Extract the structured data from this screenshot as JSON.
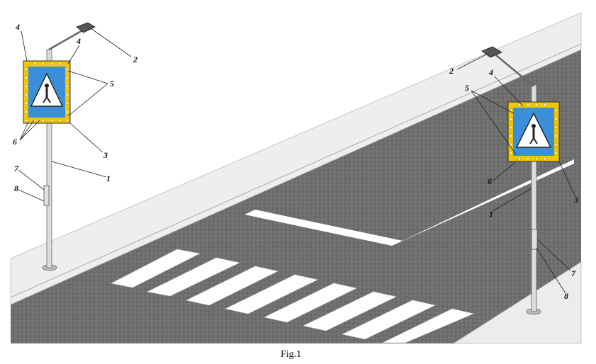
{
  "figure": {
    "caption": "Fig.1",
    "labels": {
      "left_sign": [
        "1",
        "2",
        "3",
        "4",
        "4",
        "5",
        "6",
        "7",
        "8"
      ],
      "right_sign": [
        "1",
        "2",
        "3",
        "4",
        "5",
        "6",
        "7",
        "8"
      ]
    },
    "colors": {
      "asphalt": "#6e6e6e",
      "sidewalk": "#eeeeee",
      "sign_face": "#3a8fd8",
      "sign_border": "#f2c500",
      "marking": "#ffffff"
    }
  }
}
